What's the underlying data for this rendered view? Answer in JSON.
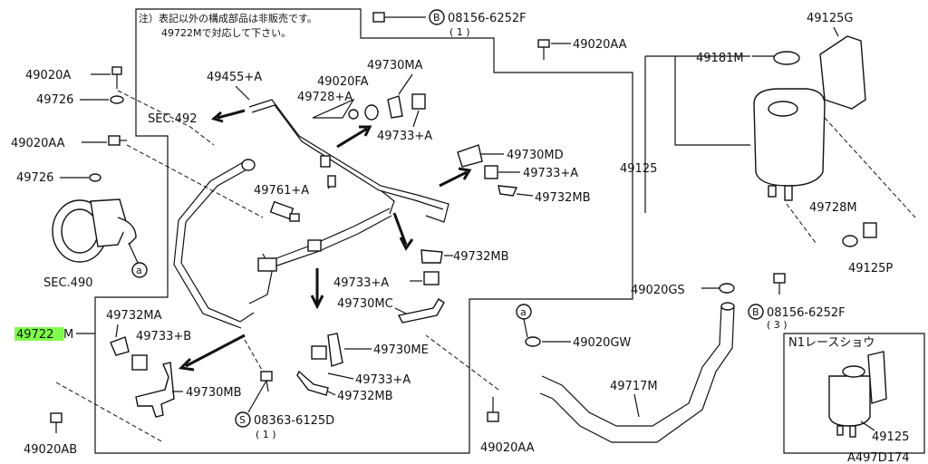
{
  "note": {
    "line1": "注）表記以外の構成部品は非販売です。",
    "line2": "49722Mで対応して下さい。"
  },
  "labels": {
    "p08156_6252F_top": "08156-6252F",
    "p08156_qty_top": "( 1 )",
    "p49020AA_top": "49020AA",
    "p49125G": "49125G",
    "p49181M": "49181M",
    "p49020A": "49020A",
    "p49726_a": "49726",
    "p49455A": "49455+A",
    "p49730MA": "49730MA",
    "p49020FA": "49020FA",
    "p49728A": "49728+A",
    "sec492": "SEC.492",
    "p49733A_1": "49733+A",
    "p49020AA_left": "49020AA",
    "p49730MD": "49730MD",
    "p49726_b": "49726",
    "p49733A_2": "49733+A",
    "p49125": "49125",
    "p49761A": "49761+A",
    "p49732MB_1": "49732MB",
    "p49728M": "49728M",
    "p49732MB_2": "49732MB",
    "p49125P": "49125P",
    "sec490": "SEC.490",
    "p49733A_3": "49733+A",
    "p49020GS": "49020GS",
    "p08156_6252F_right": "08156-6252F",
    "p08156_qty_right": "( 3 )",
    "p49730MC": "49730MC",
    "p49722M_a": "49722",
    "p49722M_b": "M",
    "p49732MA": "49732MA",
    "p49733B": "49733+B",
    "p49020GW": "49020GW",
    "p49730ME": "49730ME",
    "n1_title": "N1レースショウ",
    "p49733A_4": "49733+A",
    "p49730MB": "49730MB",
    "p49717M": "49717M",
    "p49732MB_3": "49732MB",
    "p08363_6125D": "08363-6125D",
    "p08363_qty": "( 1 )",
    "p49125_n1": "49125",
    "p49020AB": "49020AB",
    "p49020AA_bottom": "49020AA",
    "fig_code": "A497D174",
    "circle_a": "a",
    "circle_B": "B",
    "circle_S": "S"
  },
  "colors": {
    "line": "#111111",
    "highlight": "#7fff4a"
  }
}
